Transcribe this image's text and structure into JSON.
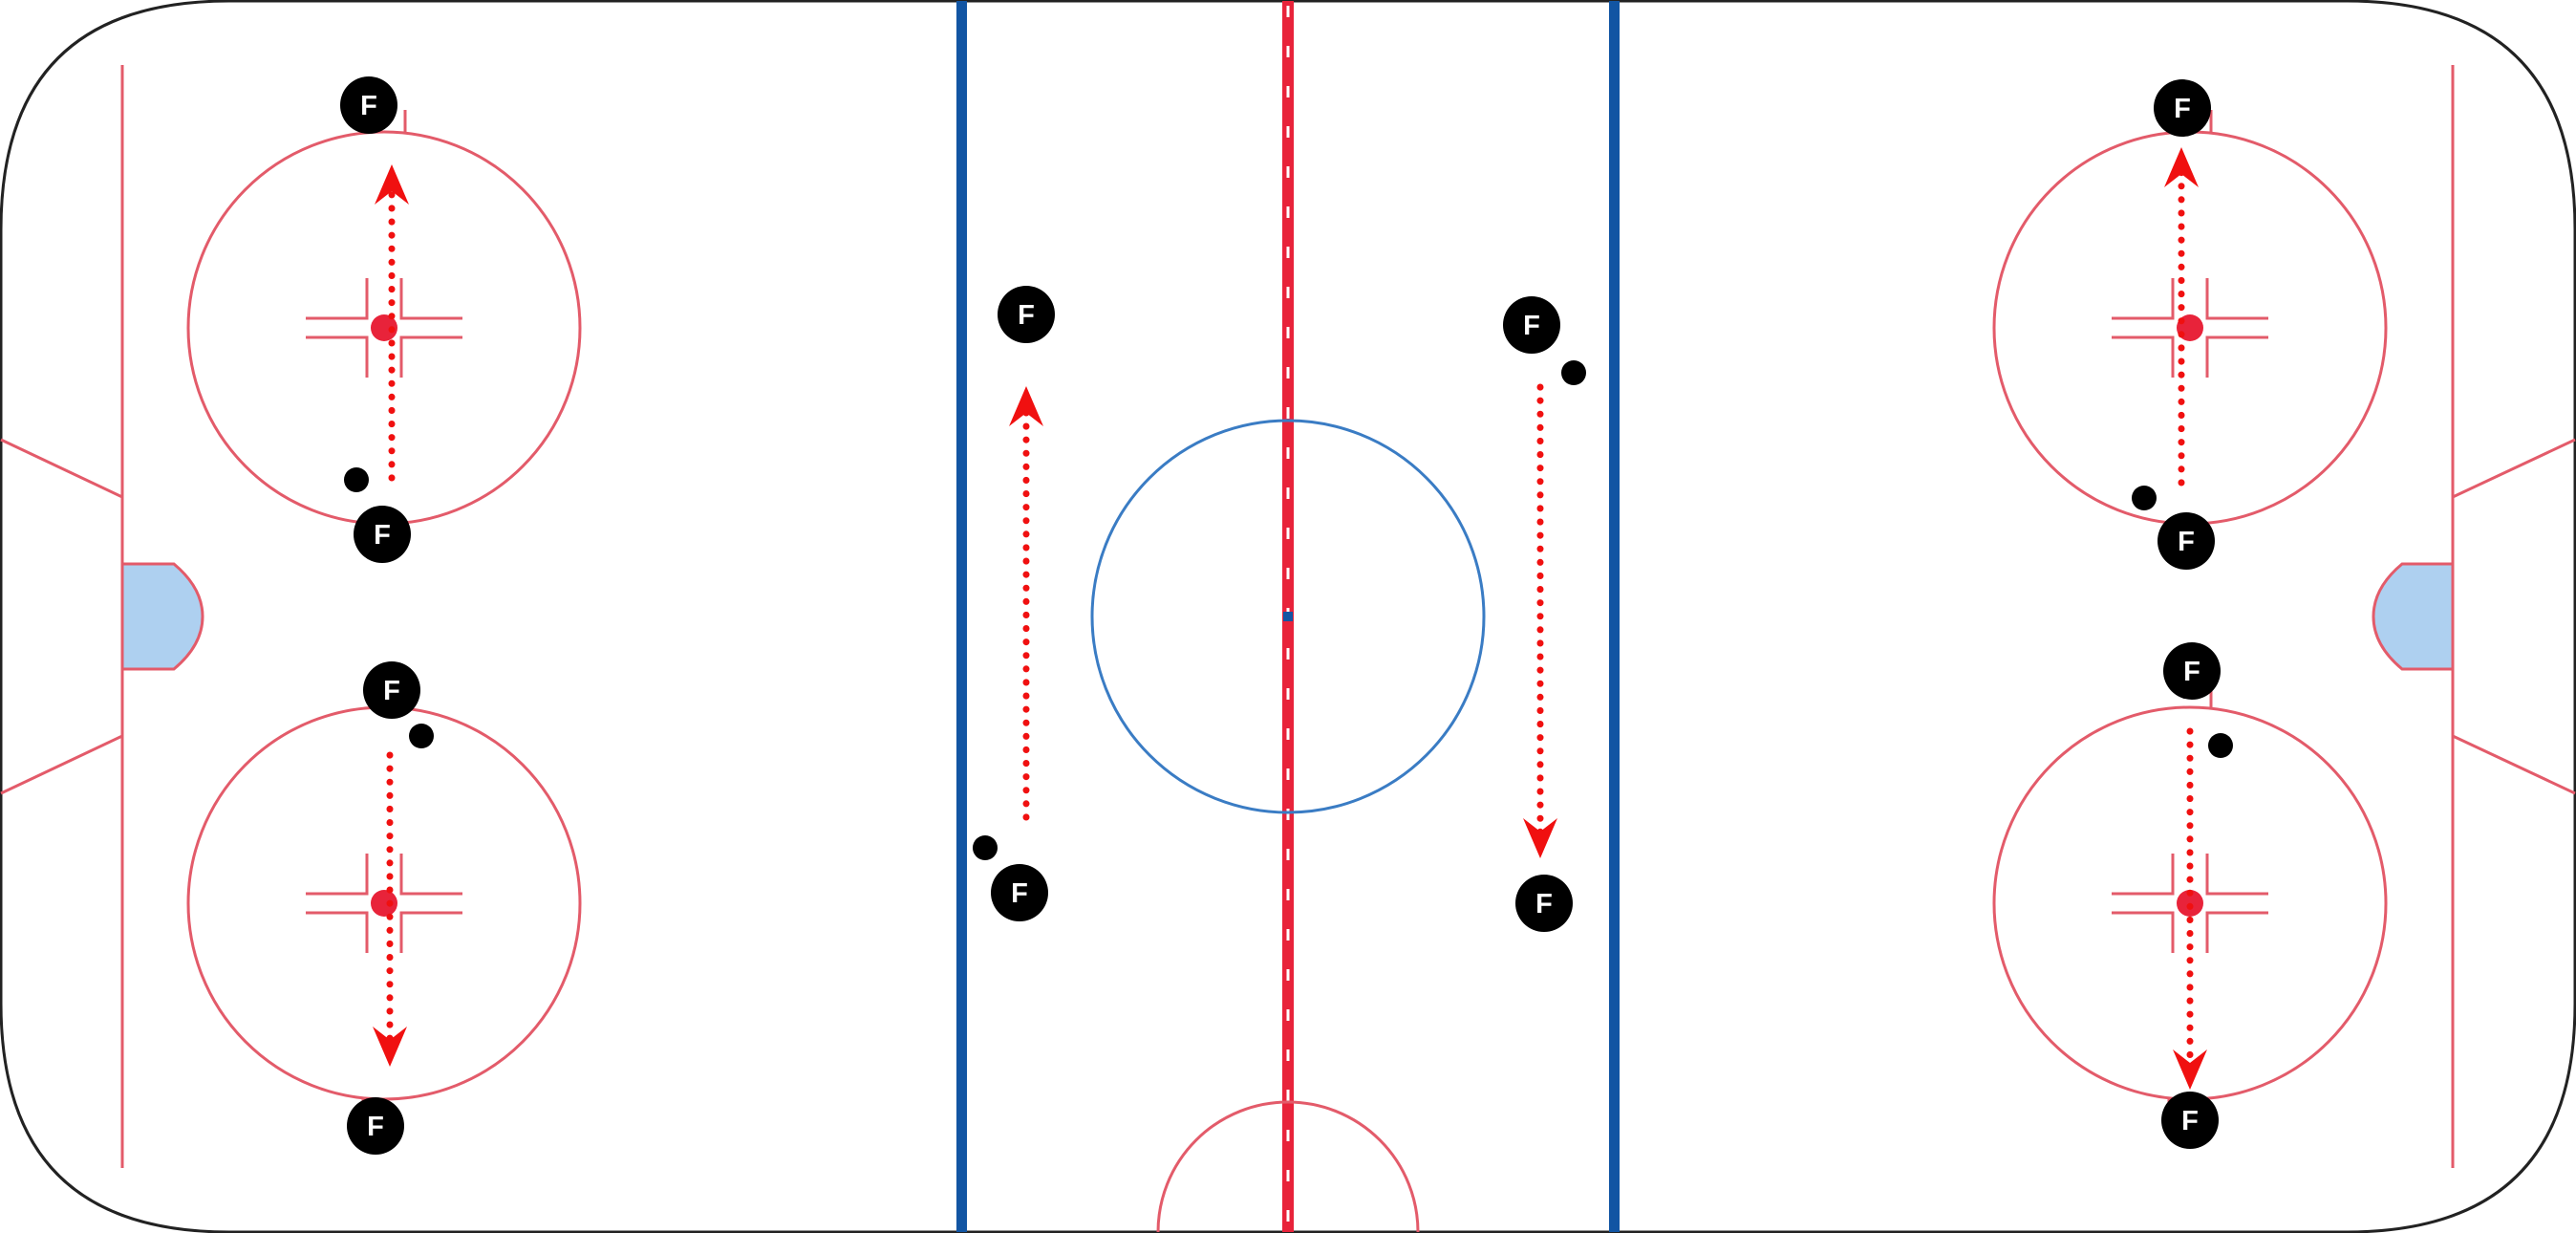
{
  "diagram": {
    "colors": {
      "board": "#222222",
      "red_line": "#e8233a",
      "thin_red": "#e35b6a",
      "blue_line": "#1255a3",
      "center_circle": "#3a7cc4",
      "crease_fill": "#aed0f0",
      "player": "#000000",
      "puck": "#000000",
      "arrow": "#f01010"
    },
    "player_label": "F",
    "players": [
      {
        "id": "p1",
        "label": "F"
      },
      {
        "id": "p2",
        "label": "F"
      },
      {
        "id": "p3",
        "label": "F"
      },
      {
        "id": "p4",
        "label": "F"
      },
      {
        "id": "p5",
        "label": "F"
      },
      {
        "id": "p6",
        "label": "F"
      },
      {
        "id": "p7",
        "label": "F"
      },
      {
        "id": "p8",
        "label": "F"
      },
      {
        "id": "p9",
        "label": "F"
      },
      {
        "id": "p10",
        "label": "F"
      },
      {
        "id": "p11",
        "label": "F"
      },
      {
        "id": "p12",
        "label": "F"
      }
    ],
    "pucks_count": 6,
    "arrows": [
      {
        "style": "dotted",
        "direction": "up"
      },
      {
        "style": "dotted",
        "direction": "down"
      },
      {
        "style": "dotted",
        "direction": "up"
      },
      {
        "style": "dotted",
        "direction": "down"
      },
      {
        "style": "dotted",
        "direction": "up"
      },
      {
        "style": "dotted",
        "direction": "down"
      }
    ]
  }
}
